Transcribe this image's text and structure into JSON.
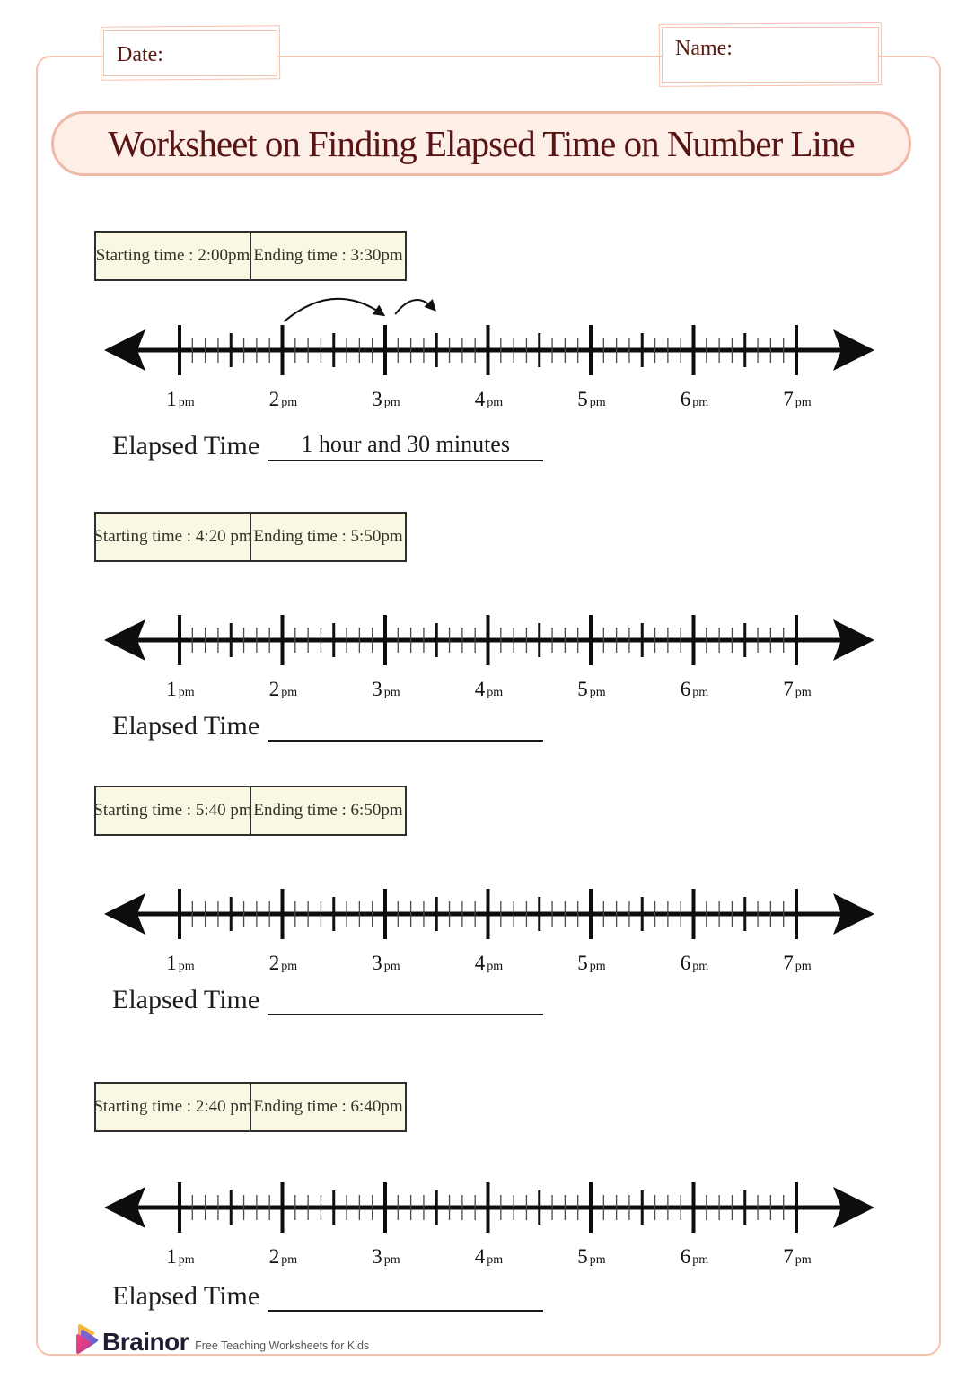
{
  "page": {
    "date_label": "Date:",
    "name_label": "Name:",
    "title": "Worksheet on Finding Elapsed Time on Number Line",
    "elapsed_label": "Elapsed Time"
  },
  "number_line": {
    "hour_labels": [
      "1",
      "2",
      "3",
      "4",
      "5",
      "6",
      "7"
    ],
    "suffix": "pm",
    "minor_ticks_per_hour": 8,
    "half_hour_tick": true
  },
  "problems": [
    {
      "starting": "Starting time : 2:00pm",
      "ending": "Ending  time : 3:30pm",
      "answer": "1 hour and 30 minutes",
      "arcs": [
        {
          "from": 2,
          "to": 3
        },
        {
          "from": 3.08,
          "to": 3.5
        }
      ]
    },
    {
      "starting": "Starting time : 4:20 pm",
      "ending": "Ending  time : 5:50pm",
      "answer": "",
      "arcs": []
    },
    {
      "starting": "Starting time : 5:40 pm",
      "ending": "Ending  time : 6:50pm",
      "answer": "",
      "arcs": []
    },
    {
      "starting": "Starting time : 2:40 pm",
      "ending": "Ending  time : 6:40pm",
      "answer": "",
      "arcs": []
    }
  ],
  "footer": {
    "brand": "Brainor",
    "tagline": "Free Teaching Worksheets for Kids"
  },
  "colors": {
    "page_border": "#f6c3ae",
    "title_bg": "#fdefe7",
    "title_border": "#f1b7a7",
    "title_text": "#591414",
    "header_text": "#5a1a12",
    "box_bg": "#faf8e3",
    "box_border": "#2e2e2e",
    "line_black": "#0d0d0d",
    "minor_tick_gray": "#4a4a4a",
    "logo_yellow": "#f6b83c",
    "logo_pink": "#e8427c",
    "logo_purple": "#6f5bd0",
    "brand_navy": "#1d1c33"
  }
}
